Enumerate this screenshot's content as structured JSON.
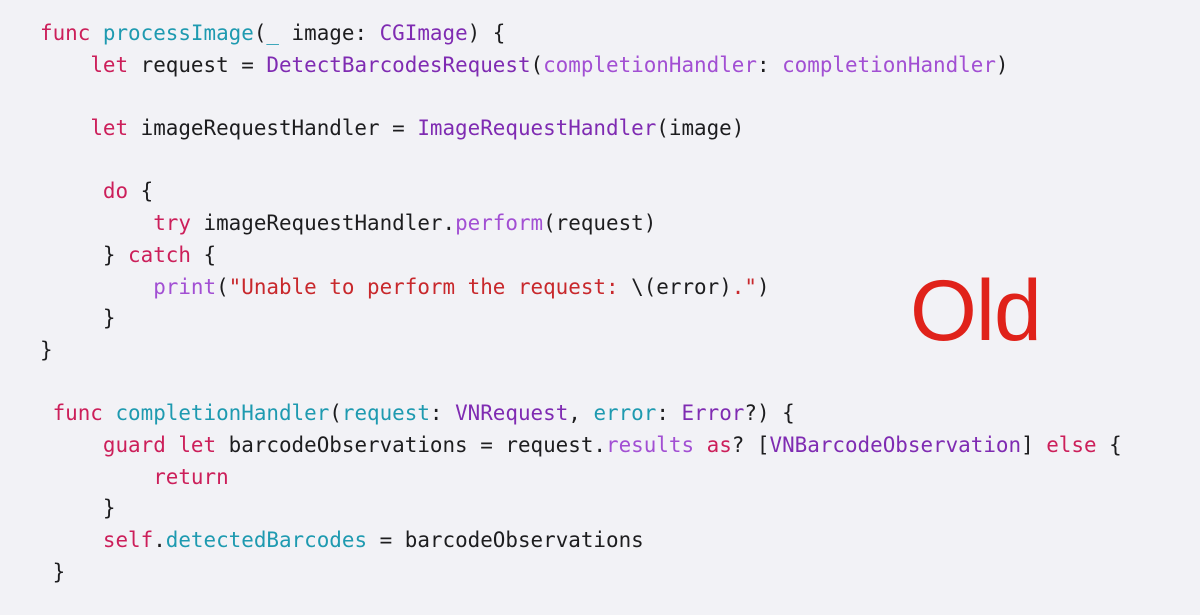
{
  "label": "Old",
  "code_lines": [
    {
      "indent": 0,
      "tokens": [
        [
          "kw",
          "func "
        ],
        [
          "fn",
          "processImage"
        ],
        [
          "plain",
          "("
        ],
        [
          "fn",
          "_"
        ],
        [
          "plain",
          " image: "
        ],
        [
          "type",
          "CGImage"
        ],
        [
          "plain",
          ") {"
        ]
      ]
    },
    {
      "indent": 4,
      "tokens": [
        [
          "kw",
          "let"
        ],
        [
          "plain",
          " request = "
        ],
        [
          "type",
          "DetectBarcodesRequest"
        ],
        [
          "plain",
          "("
        ],
        [
          "member",
          "completionHandler"
        ],
        [
          "plain",
          ": "
        ],
        [
          "member",
          "completionHandler"
        ],
        [
          "plain",
          ")"
        ]
      ]
    },
    {
      "indent": 0,
      "tokens": []
    },
    {
      "indent": 4,
      "tokens": [
        [
          "kw",
          "let"
        ],
        [
          "plain",
          " imageRequestHandler = "
        ],
        [
          "type",
          "ImageRequestHandler"
        ],
        [
          "plain",
          "(image)"
        ]
      ]
    },
    {
      "indent": 0,
      "tokens": []
    },
    {
      "indent": 5,
      "tokens": [
        [
          "kw",
          "do"
        ],
        [
          "plain",
          " {"
        ]
      ]
    },
    {
      "indent": 9,
      "tokens": [
        [
          "kw",
          "try"
        ],
        [
          "plain",
          " imageRequestHandler."
        ],
        [
          "member",
          "perform"
        ],
        [
          "plain",
          "(request)"
        ]
      ]
    },
    {
      "indent": 5,
      "tokens": [
        [
          "plain",
          "} "
        ],
        [
          "kw",
          "catch"
        ],
        [
          "plain",
          " {"
        ]
      ]
    },
    {
      "indent": 9,
      "tokens": [
        [
          "member",
          "print"
        ],
        [
          "plain",
          "("
        ],
        [
          "str",
          "\"Unable to perform the request: "
        ],
        [
          "plain",
          "\\(error)"
        ],
        [
          "str",
          ".\""
        ],
        [
          "plain",
          ")"
        ]
      ]
    },
    {
      "indent": 5,
      "tokens": [
        [
          "plain",
          "}"
        ]
      ]
    },
    {
      "indent": 0,
      "tokens": [
        [
          "plain",
          "}"
        ]
      ]
    },
    {
      "indent": 0,
      "tokens": []
    },
    {
      "indent": 1,
      "tokens": [
        [
          "kw",
          "func "
        ],
        [
          "fn",
          "completionHandler"
        ],
        [
          "plain",
          "("
        ],
        [
          "fn",
          "request"
        ],
        [
          "plain",
          ": "
        ],
        [
          "type",
          "VNRequest"
        ],
        [
          "plain",
          ", "
        ],
        [
          "fn",
          "error"
        ],
        [
          "plain",
          ": "
        ],
        [
          "type",
          "Error"
        ],
        [
          "plain",
          "?) {"
        ]
      ]
    },
    {
      "indent": 5,
      "tokens": [
        [
          "kw",
          "guard let"
        ],
        [
          "plain",
          " barcodeObservations = request."
        ],
        [
          "member",
          "results"
        ],
        [
          "plain",
          " "
        ],
        [
          "kw",
          "as"
        ],
        [
          "plain",
          "? ["
        ],
        [
          "type",
          "VNBarcodeObservation"
        ],
        [
          "plain",
          "] "
        ],
        [
          "kw",
          "else"
        ],
        [
          "plain",
          " {"
        ]
      ]
    },
    {
      "indent": 9,
      "tokens": [
        [
          "kw",
          "return"
        ]
      ]
    },
    {
      "indent": 5,
      "tokens": [
        [
          "plain",
          "}"
        ]
      ]
    },
    {
      "indent": 5,
      "tokens": [
        [
          "kw",
          "self"
        ],
        [
          "plain",
          "."
        ],
        [
          "fn",
          "detectedBarcodes"
        ],
        [
          "plain",
          " = barcodeObservations"
        ]
      ]
    },
    {
      "indent": 1,
      "tokens": [
        [
          "plain",
          "}"
        ]
      ]
    }
  ]
}
